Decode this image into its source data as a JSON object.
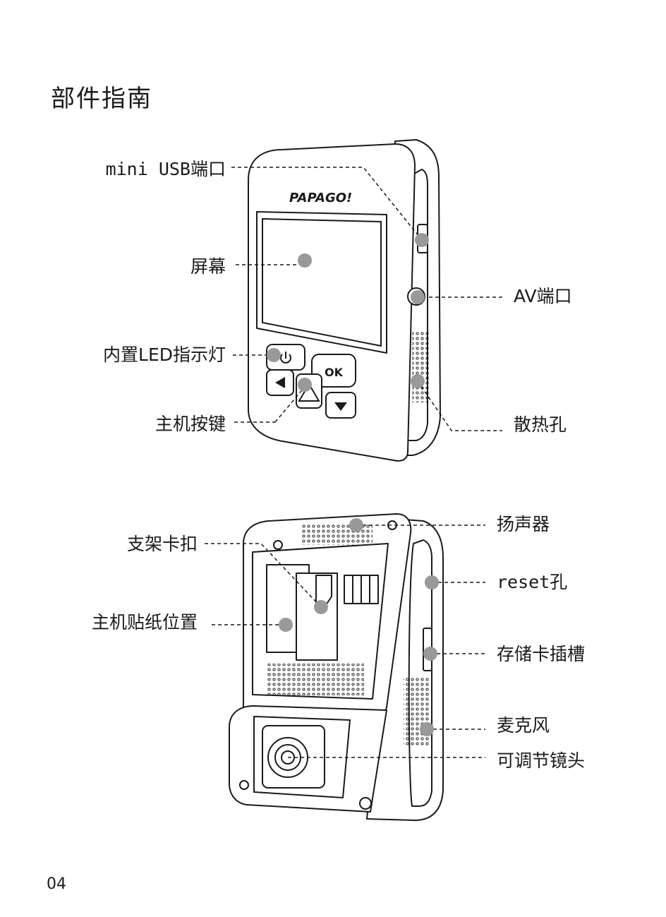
{
  "page": {
    "title": "部件指南",
    "page_number": "04"
  },
  "device": {
    "brand": "PAPAGO!",
    "ok_label": "OK"
  },
  "labels_top": {
    "mini_usb": "mini USB端口",
    "screen": "屏幕",
    "av_port": "AV端口",
    "led": "内置LED指示灯",
    "vent": "散热孔",
    "buttons": "主机按键"
  },
  "labels_bottom": {
    "mount_clip": "支架卡扣",
    "speaker": "扬声器",
    "reset": "reset孔",
    "sticker": "主机贴纸位置",
    "card_slot": "存储卡插槽",
    "mic": "麦克风",
    "lens": "可调节镜头"
  },
  "colors": {
    "line": "#1a1a1a",
    "marker": "#999999",
    "fill": "#ffffff"
  }
}
